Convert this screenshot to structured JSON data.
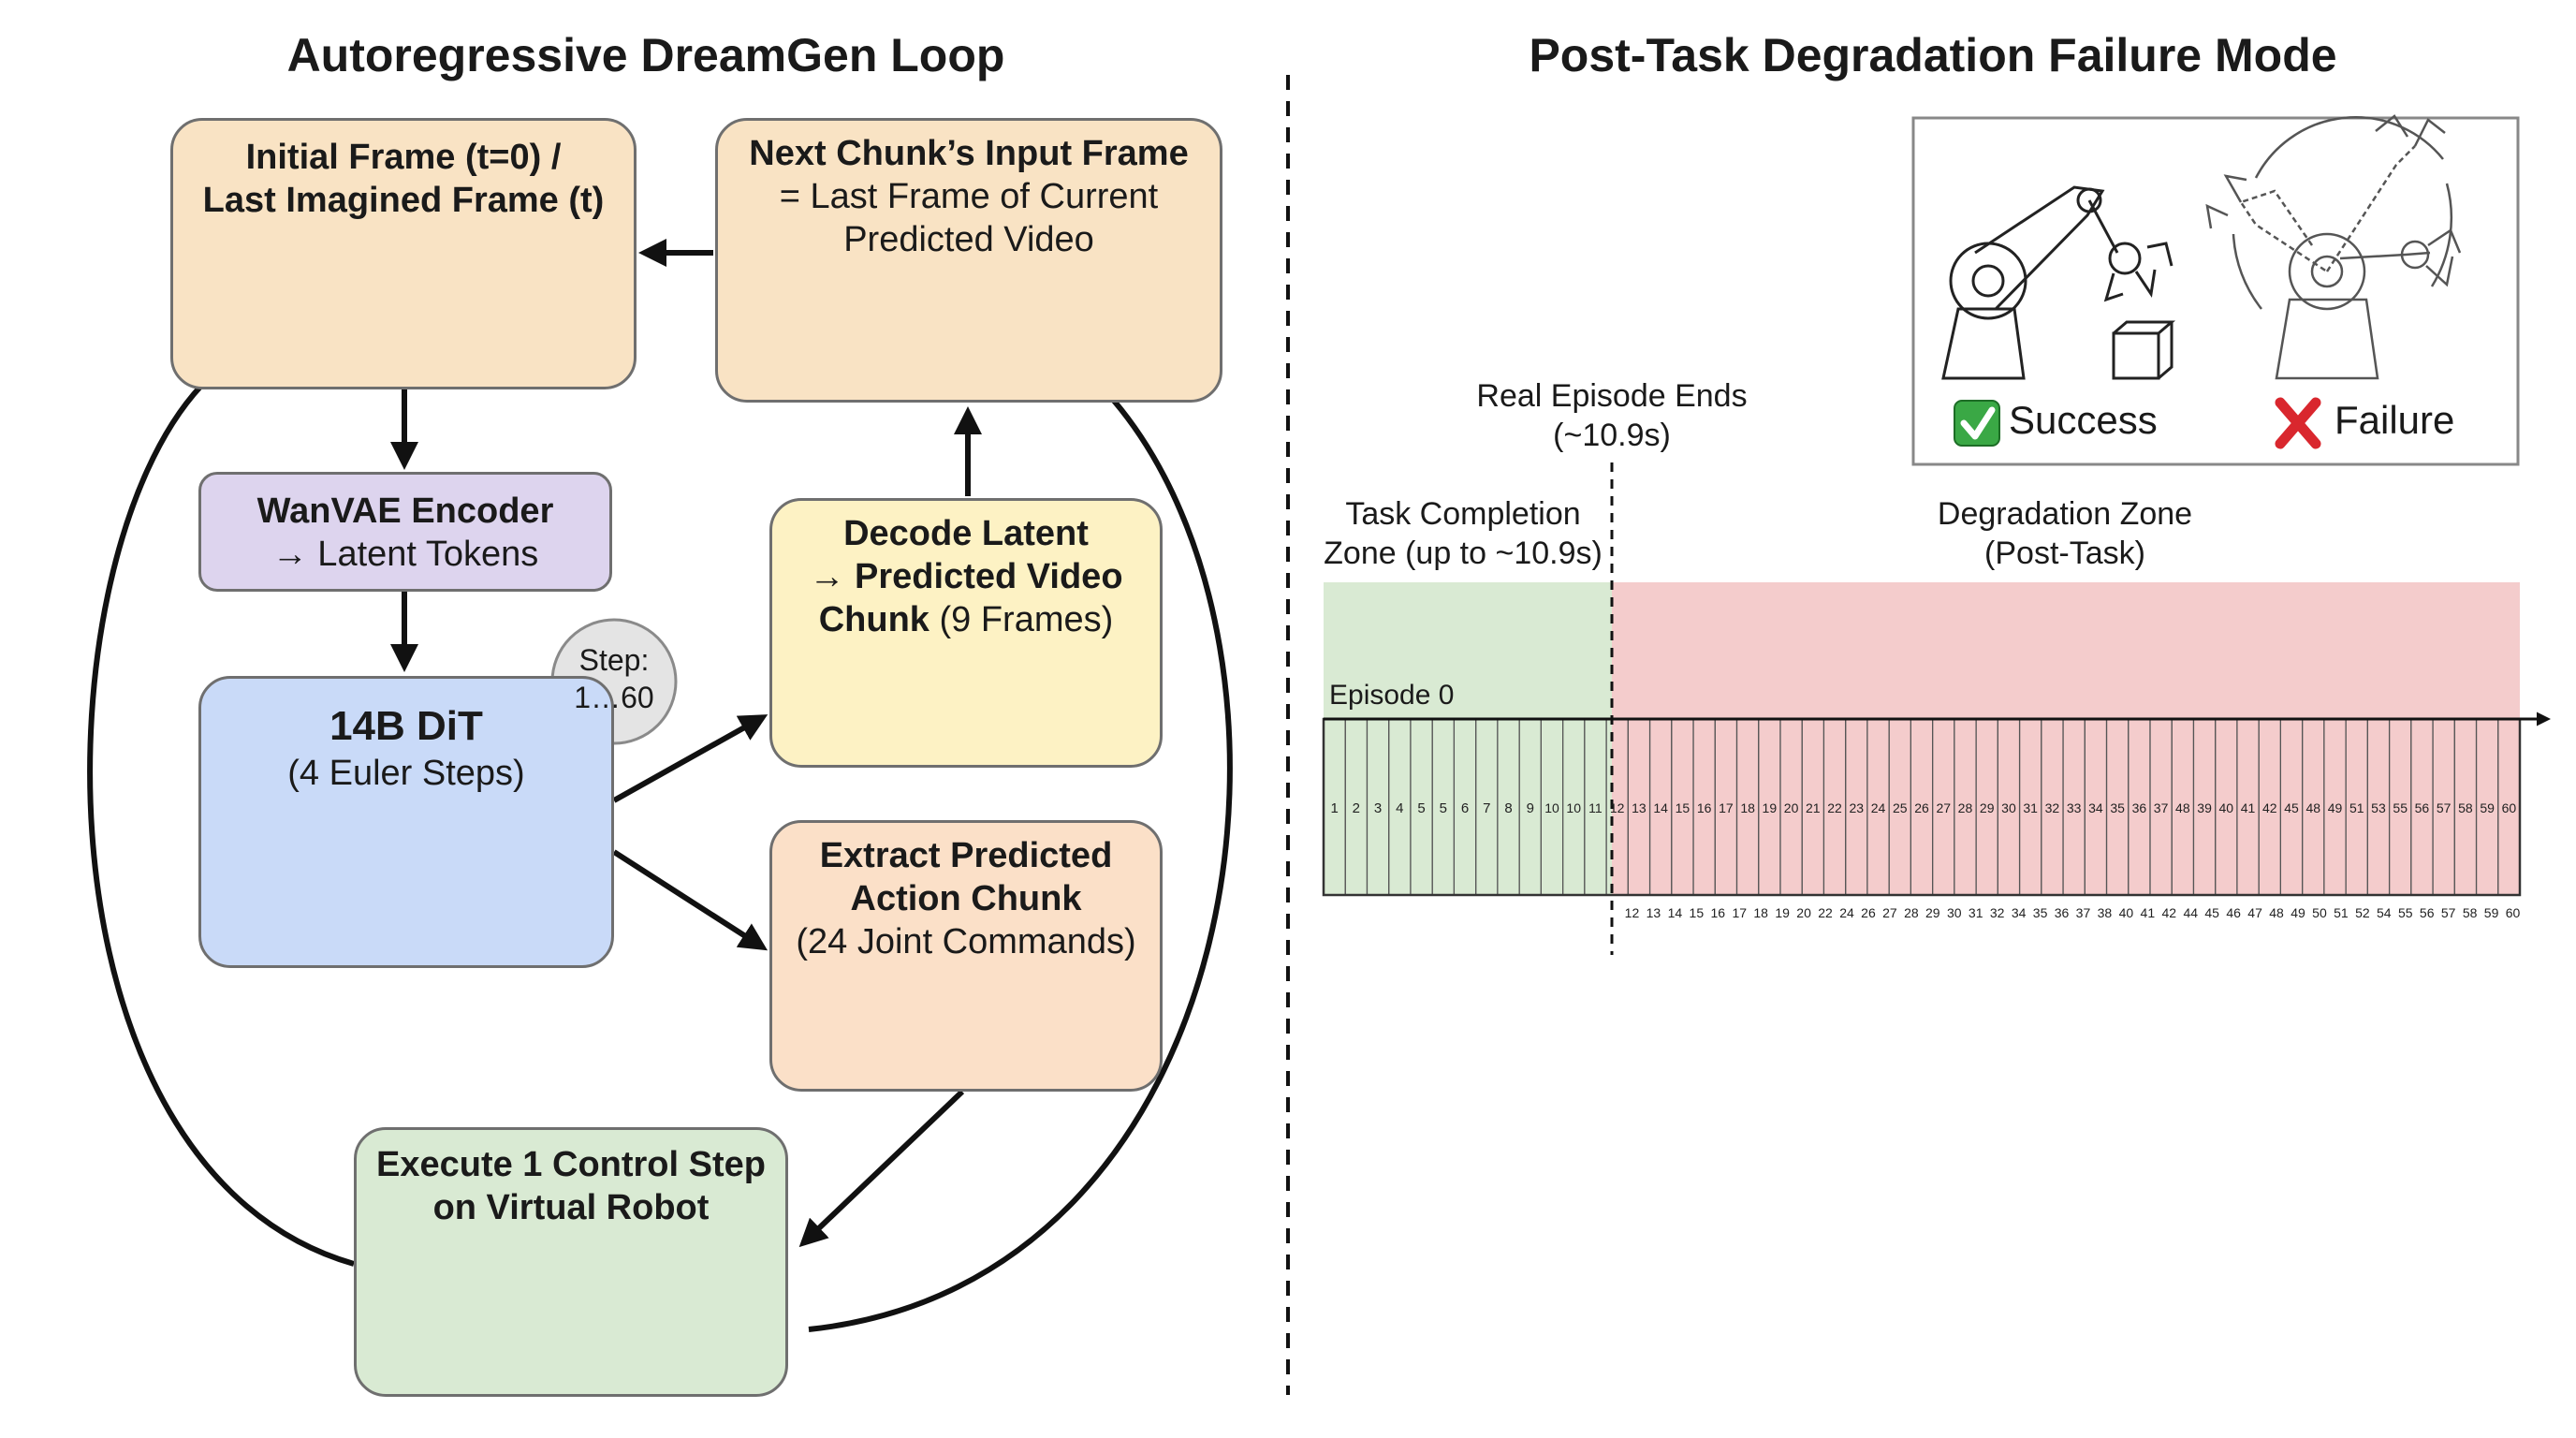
{
  "left_panel": {
    "title": "Autoregressive DreamGen Loop",
    "initial_frame": {
      "line1": "Initial Frame (t=0) /",
      "line2": "Last Imagined Frame (t)"
    },
    "next_chunk": {
      "line1": "Next Chunk’s Input Frame",
      "line2": "= Last Frame of Current",
      "line3": "Predicted Video"
    },
    "encoder": {
      "line1": "WanVAE Encoder",
      "line2": "→ Latent Tokens"
    },
    "dit": {
      "line1": "14B DiT",
      "line2": "(4 Euler Steps)"
    },
    "step_badge": {
      "line1": "Step:",
      "line2": "1…60"
    },
    "decode": {
      "line1": "Decode Latent",
      "line2": "→ Predicted Video",
      "line3a": "Chunk",
      "line3b": " (9 Frames)"
    },
    "extract": {
      "line1": "Extract Predicted",
      "line2": "Action Chunk",
      "line3": "(24 Joint Commands)"
    },
    "execute": {
      "line1": "Execute 1 Control Step",
      "line2": "on Virtual Robot"
    }
  },
  "right_panel": {
    "title": "Post-Task Degradation Failure Mode",
    "legend": {
      "success": "Success",
      "failure": "Failure",
      "success_icon": "check-icon",
      "failure_icon": "cross-icon"
    },
    "real_episode_ends": {
      "line1": "Real Episode Ends",
      "line2": "(~10.9s)"
    },
    "task_zone": {
      "line1": "Task Completion",
      "line2": "Zone (up to ~10.9s)",
      "color": "#d9ead3"
    },
    "degradation_zone": {
      "line1": "Degradation Zone",
      "line2": "(Post-Task)",
      "color": "#f4cccc"
    },
    "episode_label": "Episode 0",
    "cell_labels": [
      "1",
      "2",
      "3",
      "4",
      "5",
      "5",
      "6",
      "7",
      "8",
      "9",
      "10",
      "10",
      "11",
      "12",
      "13",
      "14",
      "15",
      "16",
      "17",
      "18",
      "19",
      "20",
      "21",
      "22",
      "23",
      "24",
      "25",
      "26",
      "27",
      "28",
      "29",
      "30",
      "31",
      "32",
      "33",
      "34",
      "35",
      "36",
      "37",
      "48",
      "39",
      "40",
      "41",
      "42",
      "45",
      "48",
      "49",
      "51",
      "53",
      "55",
      "56",
      "57",
      "58",
      "59",
      "60"
    ],
    "bottom_labels": [
      "12",
      "13",
      "14",
      "15",
      "16",
      "17",
      "18",
      "19",
      "20",
      "22",
      "24",
      "26",
      "27",
      "28",
      "29",
      "30",
      "31",
      "32",
      "34",
      "35",
      "36",
      "37",
      "38",
      "40",
      "41",
      "42",
      "44",
      "45",
      "46",
      "47",
      "48",
      "49",
      "50",
      "51",
      "52",
      "54",
      "55",
      "56",
      "57",
      "58",
      "59",
      "60"
    ]
  },
  "colors": {
    "orange_box": "#f9e3c4",
    "yellow_box": "#fdf2c4",
    "purple_box": "#ddd4ee",
    "blue_box": "#c9daf8",
    "green_box": "#d9ead3",
    "peach_box": "#fbe0c8",
    "badge": "#e4e4e4"
  }
}
